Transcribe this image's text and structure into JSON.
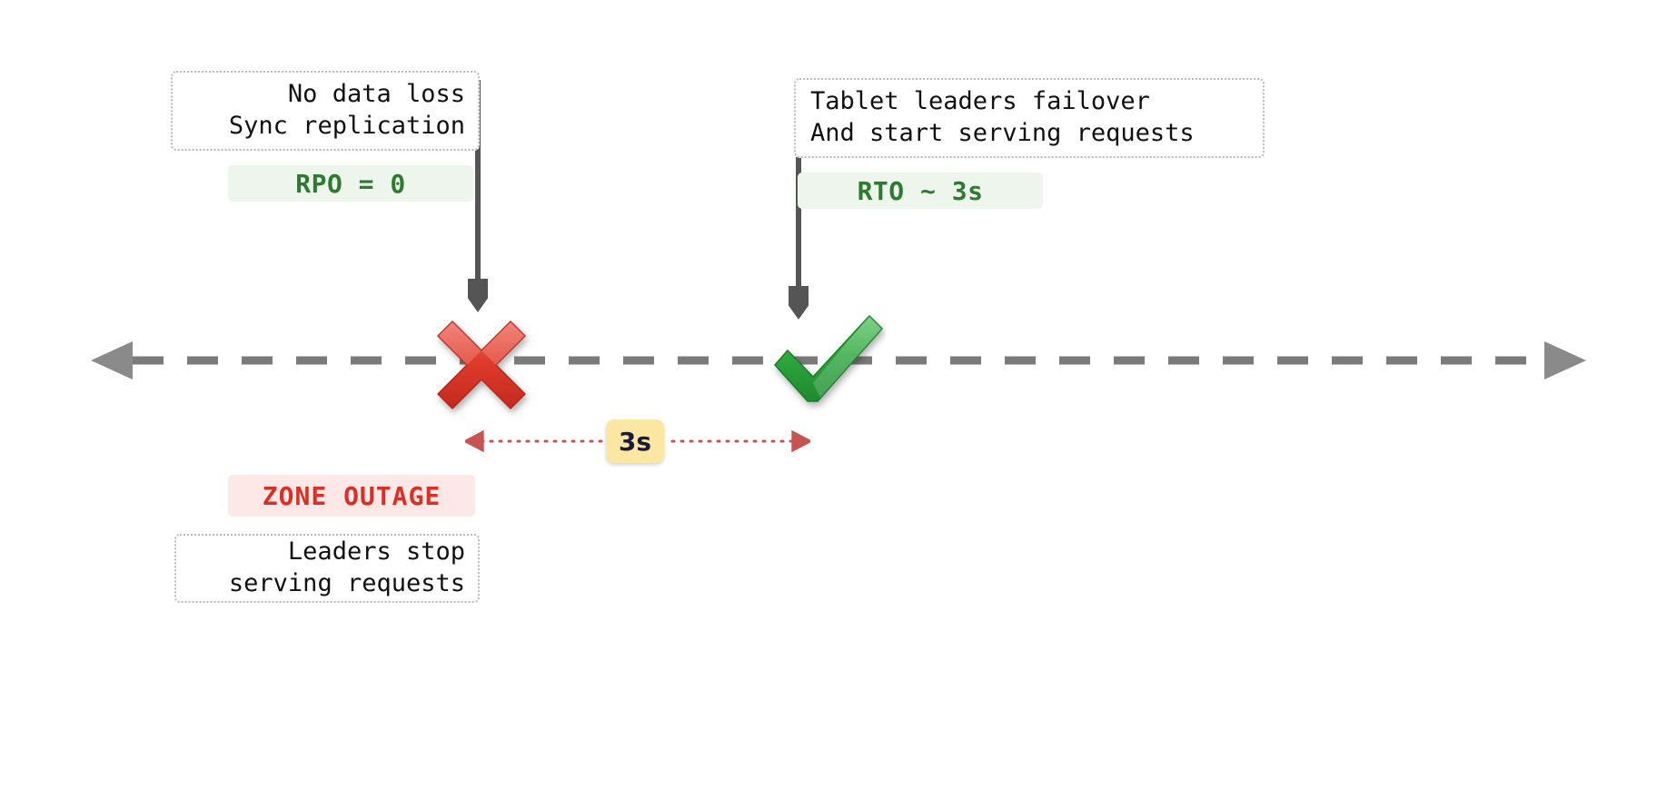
{
  "diagram": {
    "title": "Zone outage RPO / RTO timeline",
    "colors": {
      "timeline": "#7a7a7a",
      "failure": "#d93025",
      "success": "#2f9e44",
      "badge_green_text": "#2f7a31",
      "badge_green_bg": "#edf5ed",
      "badge_red_text": "#d93025",
      "badge_red_bg": "#fce9e7",
      "duration_bg": "#fbe7a2",
      "duration_text": "#1b1b3a",
      "measure_line": "#c75450",
      "note_border": "#b9b9b9"
    }
  },
  "notes": {
    "no_data_loss": "No data loss\nSync replication",
    "tablet_failover": "Tablet leaders failover\nAnd start serving requests",
    "leaders_stop": "Leaders stop\nserving requests"
  },
  "badges": {
    "rpo": "RPO = 0",
    "rto": "RTO ~ 3s",
    "zone_outage": "ZONE OUTAGE",
    "duration": "3s"
  },
  "markers": {
    "outage_icon": "cross-mark-icon",
    "recovery_icon": "check-mark-icon"
  },
  "timeline": {
    "left_arrow": "arrow-left-icon",
    "right_arrow": "arrow-right-icon",
    "style": "dashed"
  }
}
